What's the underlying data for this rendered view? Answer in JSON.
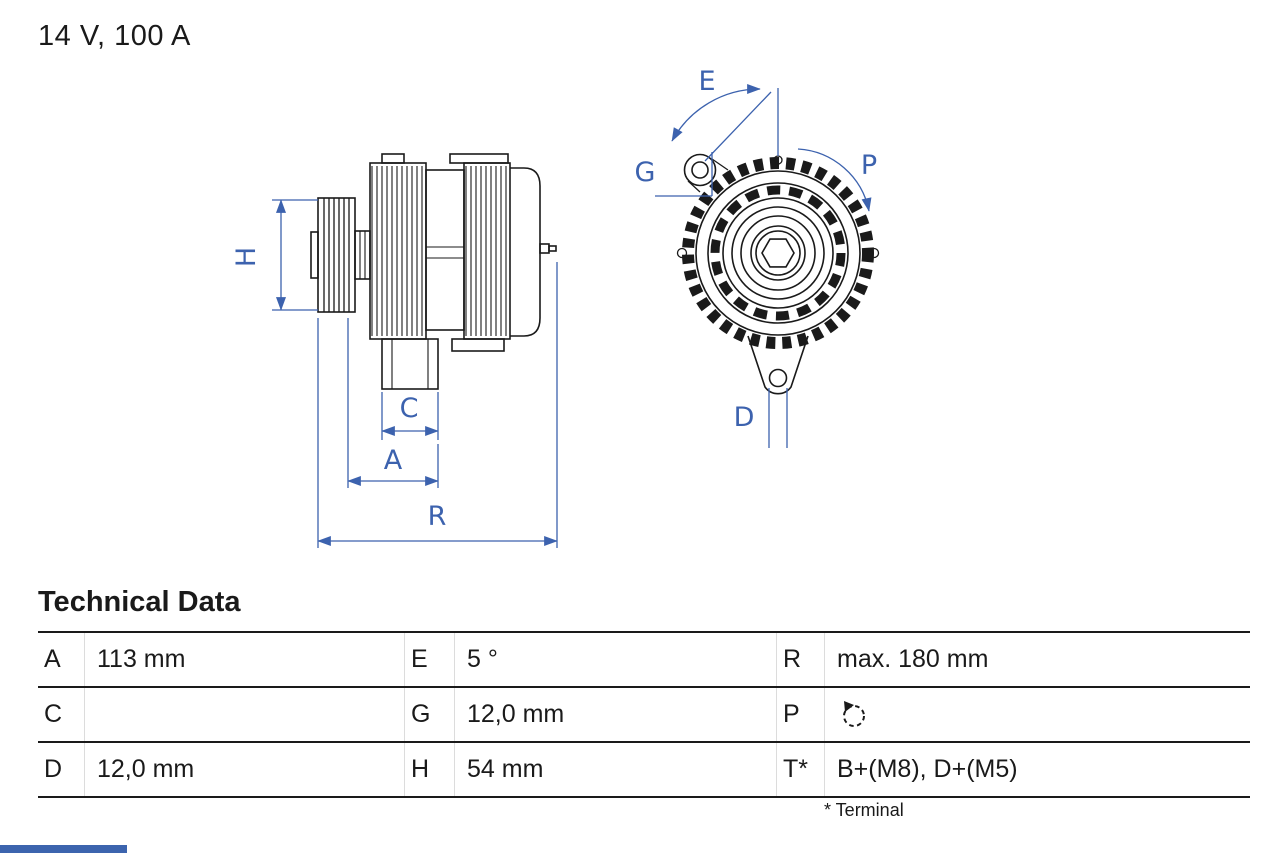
{
  "page": {
    "title": "14 V, 100 A"
  },
  "diagram": {
    "labels": {
      "H": "H",
      "C": "C",
      "A": "A",
      "R": "R",
      "E": "E",
      "G": "G",
      "P": "P",
      "D": "D"
    }
  },
  "technical_data": {
    "heading": "Technical Data",
    "rows": [
      {
        "cells": [
          {
            "key": "A",
            "value": "113 mm"
          },
          {
            "key": "E",
            "value": "5 °"
          },
          {
            "key": "R",
            "value": "max. 180 mm"
          }
        ]
      },
      {
        "cells": [
          {
            "key": "C",
            "value": ""
          },
          {
            "key": "G",
            "value": "12,0 mm"
          },
          {
            "key": "P",
            "value": "",
            "icon": "rotation-direction-icon"
          }
        ]
      },
      {
        "cells": [
          {
            "key": "D",
            "value": "12,0 mm"
          },
          {
            "key": "H",
            "value": "54 mm"
          },
          {
            "key": "T*",
            "value": "B+(M8), D+(M5)"
          }
        ]
      }
    ],
    "footnote": "* Terminal"
  },
  "colors": {
    "dimension_blue": "#3c62ae",
    "drawing_black": "#1a1a1a",
    "accent_bar_blue": "#3c64ae"
  }
}
